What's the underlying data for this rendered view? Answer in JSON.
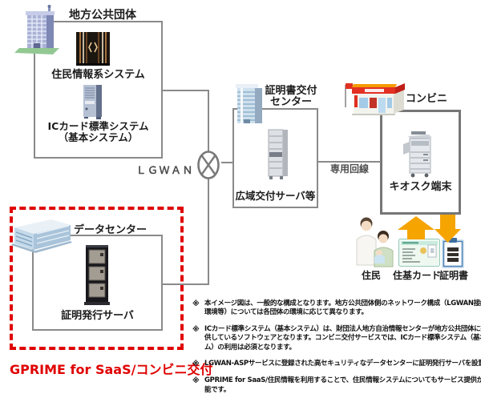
{
  "colors": {
    "accent-red": "#e00000",
    "arrow-orange": "#f5a400",
    "line-gray": "#8a8a8a",
    "label-dark": "#1c1c1c"
  },
  "diagram": {
    "local_government": {
      "title": "地方公共団体",
      "system1": "住民情報系システム",
      "system2_line1": "ICカード標準システム",
      "system2_line2": "（基本システム）"
    },
    "network": {
      "lgwan_label": "ＬＧＷＡＮ",
      "dedicated_line_label": "専用回線"
    },
    "cert_center": {
      "title_line1": "証明書交付",
      "title_line2": "センター",
      "server": "広域交付サーバ等"
    },
    "convenience": {
      "title": "コンビニ",
      "kiosk": "キオスク端末",
      "resident": "住民",
      "juki_card": "住基カード",
      "certificate": "証明書"
    },
    "datacenter": {
      "title": "データセンター",
      "server": "証明発行サーバ"
    },
    "caption": "GPRIME  for SaaS/コンビニ交付"
  },
  "notes": [
    {
      "marker": "※",
      "lines": [
        "本イメージ図は、一般的な構成となります。地方公共団体側のネットワーク構成（LGWAN接続",
        "環境等）については各団体の環境に応じて異なります。"
      ]
    },
    {
      "marker": "※",
      "lines": [
        "ICカード標準システム（基本システム）は、財団法人地方自治情報センターが地方公共団体に提",
        "供しているソフトウェアとなります。コンビニ交付サービスでは、ICカード標準システム（基本システ",
        "ム）の利用は必須となります。"
      ]
    },
    {
      "marker": "※",
      "lines": [
        "LGWAN-ASPサービスに登録された高セキュリティなデータセンターに証明発行サーバを設置します。"
      ]
    },
    {
      "marker": "※",
      "lines": [
        "GPRIME for SaaS/住民情報を利用することで、住民情報システムについてもサービス提供が可",
        "能です。"
      ]
    }
  ]
}
